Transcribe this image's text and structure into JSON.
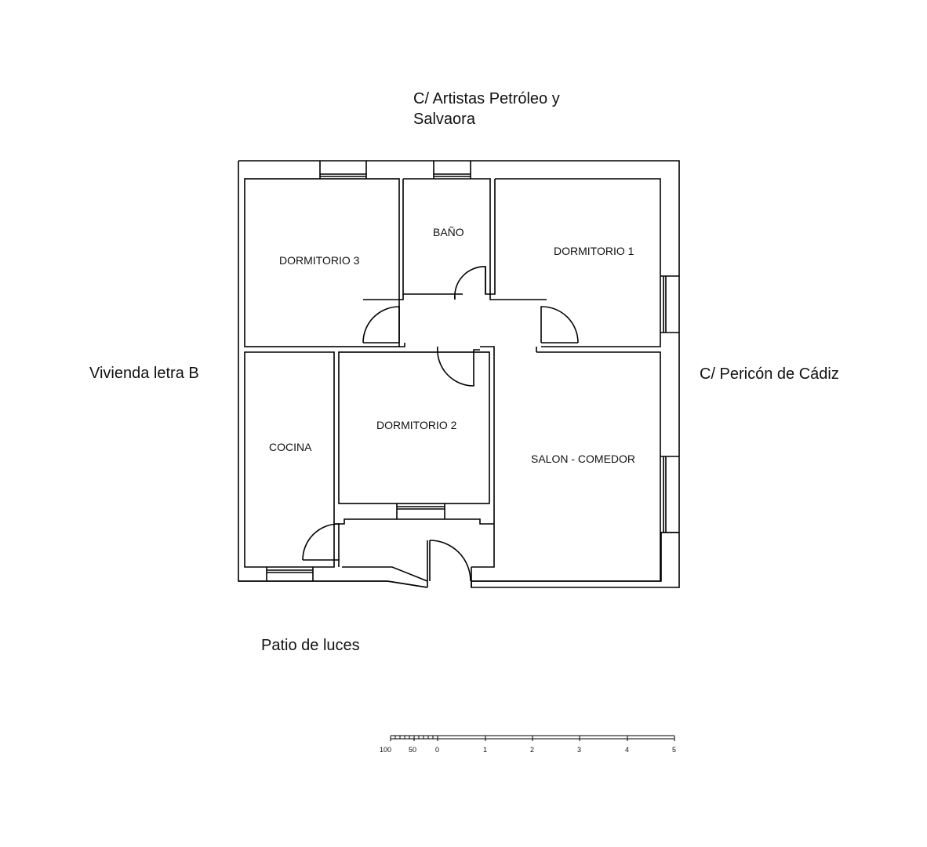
{
  "labels": {
    "street_top_line1": "C/ Artistas Petróleo y",
    "street_top_line2": "Salvaora",
    "street_right": "C/ Pericón de Cádiz",
    "neighbor_left": "Vivienda letra B",
    "patio_bottom": "Patio de luces"
  },
  "rooms": {
    "dormitorio3": "DORMITORIO 3",
    "bano": "BAÑO",
    "dormitorio1": "DORMITORIO 1",
    "dormitorio2": "DORMITORIO 2",
    "cocina": "COCINA",
    "salon": "SALON - COMEDOR"
  },
  "scale_bar": {
    "labels": [
      "100",
      "50",
      "0",
      "1",
      "2",
      "3",
      "4",
      "5"
    ]
  }
}
